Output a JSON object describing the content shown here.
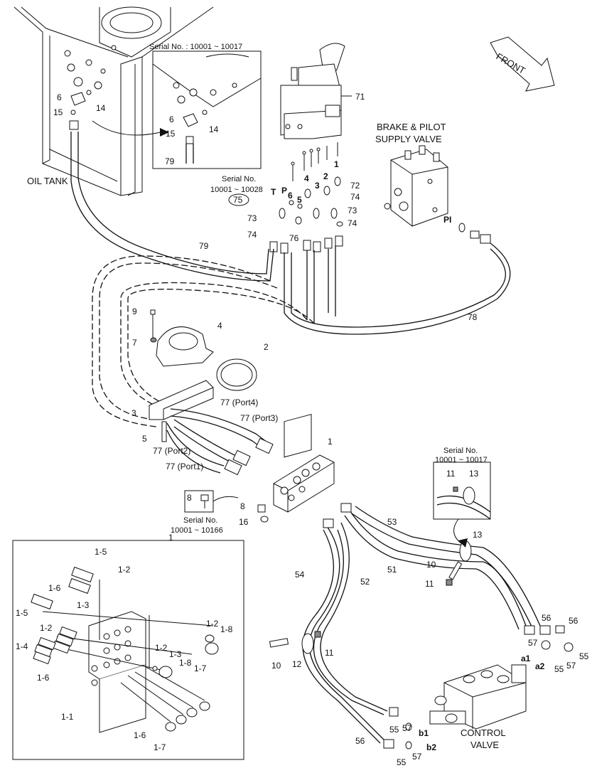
{
  "header": {
    "front": "FRONT",
    "oil_tank": "OIL TANK",
    "brake_valve_line1": "BRAKE & PILOT",
    "brake_valve_line2": "SUPPLY VALVE",
    "control_valve_line1": "CONTROL",
    "control_valve_line2": "VALVE"
  },
  "serials": {
    "s10017_top": "Serial No. : 10001 ~ 10017",
    "s10028_l1": "Serial No.",
    "s10028_l2": "10001 ~ 10028",
    "s10017_r_l1": "Serial No.",
    "s10017_r_l2": "10001 ~ 10017",
    "s10166_l1": "Serial No.",
    "s10166_l2": "10001 ~ 10166"
  },
  "ports": {
    "T": "T",
    "P": "P",
    "p1": "1",
    "p2": "2",
    "p3": "3",
    "p4": "4",
    "p5": "5",
    "p6": "6",
    "PI": "PI",
    "a1": "a1",
    "a2": "a2",
    "b1": "b1",
    "b2": "b2"
  },
  "hose_labels": {
    "h77_port4": "77 (Port4)",
    "h77_port3": "77 (Port3)",
    "h77_port2": "77 (Port2)",
    "h77_port1": "77 (Port1)"
  },
  "callouts": {
    "c1": "1",
    "c2": "2",
    "c3": "3",
    "c4": "4",
    "c5": "5",
    "c6": "6",
    "c7": "7",
    "c8": "8",
    "c9": "9",
    "c10": "10",
    "c11": "11",
    "c12": "12",
    "c13": "13",
    "c14": "14",
    "c15": "15",
    "c16": "16",
    "c51": "51",
    "c52": "52",
    "c53": "53",
    "c54": "54",
    "c55": "55",
    "c56": "56",
    "c57": "57",
    "c71": "71",
    "c72": "72",
    "c73": "73",
    "c74": "74",
    "c75": "75",
    "c76": "76",
    "c78": "78",
    "c79": "79",
    "d1_1": "1-1",
    "d1_2": "1-2",
    "d1_3": "1-3",
    "d1_4": "1-4",
    "d1_5": "1-5",
    "d1_6": "1-6",
    "d1_7": "1-7",
    "d1_8": "1-8"
  }
}
